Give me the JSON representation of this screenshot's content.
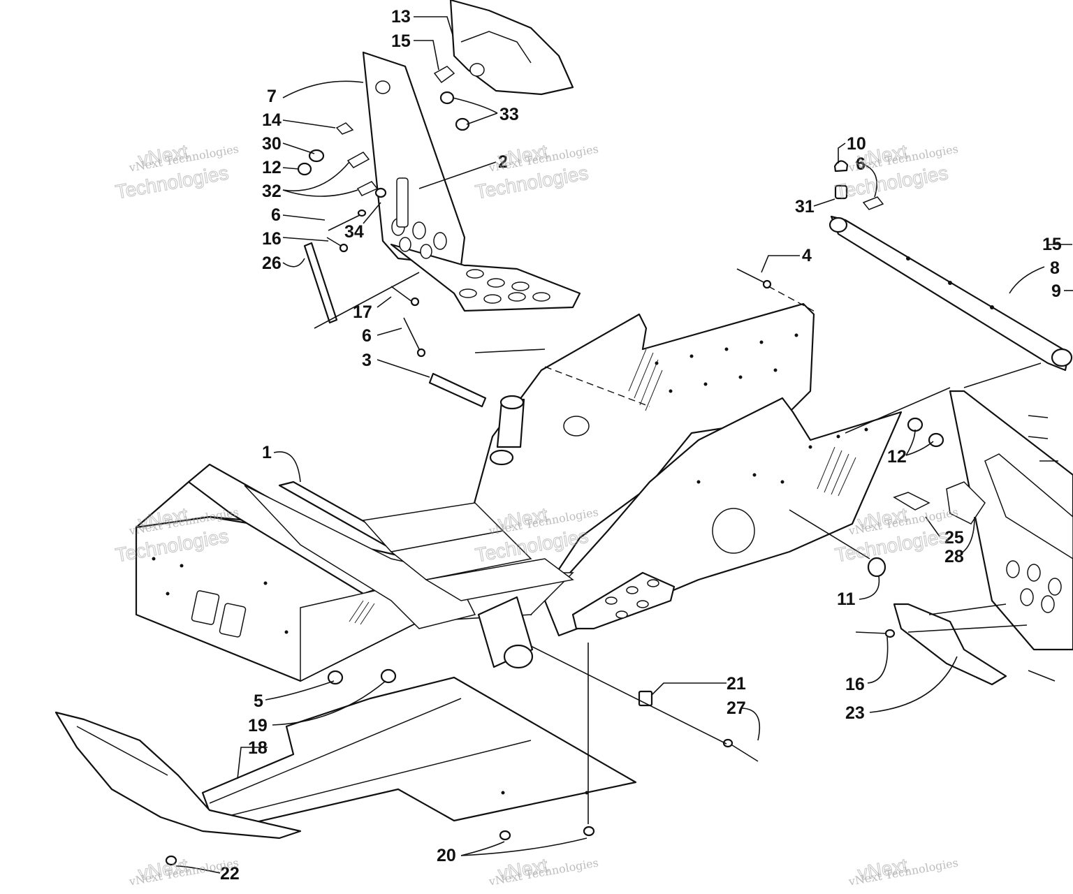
{
  "watermark": {
    "line1": "vNext",
    "line2": "vNext Technologies",
    "line3": "Technologies"
  },
  "callouts": {
    "c1": "1",
    "c2": "2",
    "c3": "3",
    "c4": "4",
    "c5": "5",
    "c6a": "6",
    "c6b": "6",
    "c6c": "6",
    "c7": "7",
    "c8": "8",
    "c9": "9",
    "c10": "10",
    "c11": "11",
    "c12a": "12",
    "c12b": "12",
    "c13": "13",
    "c14": "14",
    "c15a": "15",
    "c15b": "15",
    "c16a": "16",
    "c16b": "16",
    "c17": "17",
    "c18": "18",
    "c19": "19",
    "c20": "20",
    "c21": "21",
    "c22": "22",
    "c23": "23",
    "c25": "25",
    "c26": "26",
    "c27": "27",
    "c28": "28",
    "c30": "30",
    "c31": "31",
    "c32": "32",
    "c33": "33",
    "c34": "34"
  }
}
